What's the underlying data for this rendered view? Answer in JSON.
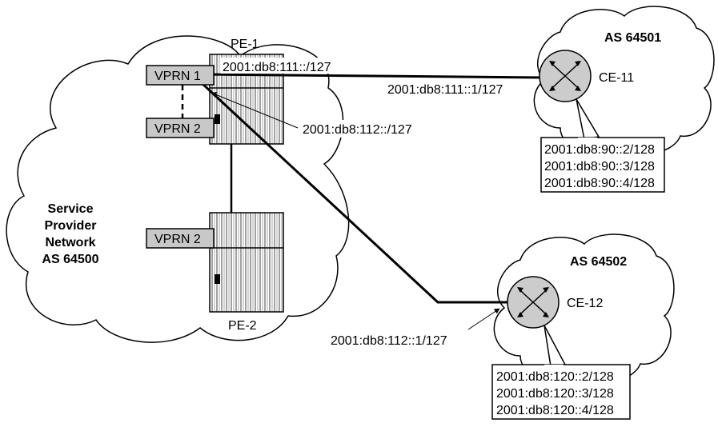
{
  "provider": {
    "line1": "Service",
    "line2": "Provider",
    "line3": "Network",
    "line4": "AS 64500"
  },
  "pe1": {
    "label": "PE-1",
    "vprn1": "VPRN 1",
    "vprn2": "VPRN 2"
  },
  "pe2": {
    "label": "PE-2",
    "vprn2": "VPRN 2"
  },
  "ce11": {
    "label": "CE-11",
    "as": "AS 64501",
    "prefixes": [
      "2001:db8:90::2/128",
      "2001:db8:90::3/128",
      "2001:db8:90::4/128"
    ]
  },
  "ce12": {
    "label": "CE-12",
    "as": "AS 64502",
    "prefixes": [
      "2001:db8:120::2/128",
      "2001:db8:120::3/128",
      "2001:db8:120::4/128"
    ]
  },
  "links": {
    "pe1_ce11_pe_side": "2001:db8:111::/127",
    "pe1_ce11_ce_side": "2001:db8:111::1/127",
    "pe1_ce12_pe_side": "2001:db8:112::/127",
    "pe1_ce12_ce_side": "2001:db8:112::1/127"
  },
  "colors": {
    "vprn_fill": "#c8c8c8",
    "router_fill": "#cccccc",
    "line": "#000000",
    "background": "#ffffff"
  }
}
